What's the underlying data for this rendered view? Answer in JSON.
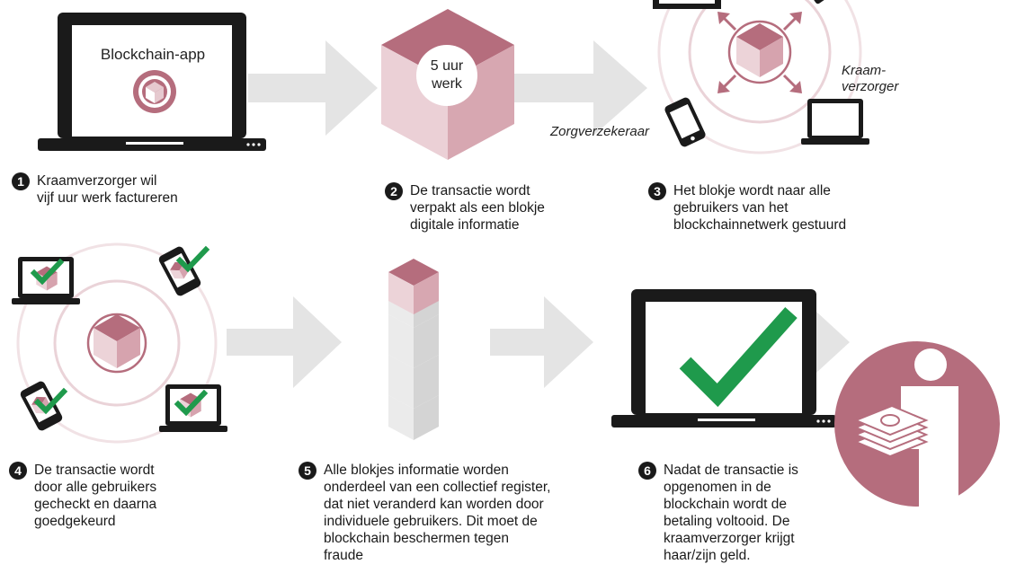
{
  "app_screen_label": "Blockchain-app",
  "block_label": [
    "5 uur",
    "werk"
  ],
  "labels": {
    "kraamverzorger": [
      "Kraam-",
      "verzorger"
    ],
    "zorgverzekeraar": "Zorgverzekeraar"
  },
  "steps": [
    {
      "num": "1",
      "lines": [
        "Kraamverzorger wil",
        "vijf uur werk factureren"
      ]
    },
    {
      "num": "2",
      "lines": [
        "De transactie wordt",
        "verpakt als een blokje",
        "digitale informatie"
      ]
    },
    {
      "num": "3",
      "lines": [
        "Het blokje wordt naar alle",
        "gebruikers van het",
        "blockchainnetwerk gestuurd"
      ]
    },
    {
      "num": "4",
      "lines": [
        "De transactie wordt",
        "door alle gebruikers",
        "gecheckt en daarna",
        "goedgekeurd"
      ]
    },
    {
      "num": "5",
      "lines": [
        "Alle blokjes informatie worden",
        "onderdeel van een collectief register,",
        "dat niet veranderd kan worden door",
        "individuele gebruikers. Dit moet de",
        "blockchain beschermen tegen",
        "fraude"
      ]
    },
    {
      "num": "6",
      "lines": [
        "Nadat de transactie is",
        "opgenomen in de",
        "blockchain wordt de",
        "betaling voltooid. De",
        "kraamverzorger krijgt",
        "haar/zijn geld."
      ]
    }
  ],
  "colors": {
    "accent": "#b56d7d",
    "accent_dark": "#a25a6b",
    "accent_light": "#e6c9cf",
    "arrow": "#e4e4e4",
    "check": "#1f9a4c",
    "ink": "#1a1a1a"
  }
}
